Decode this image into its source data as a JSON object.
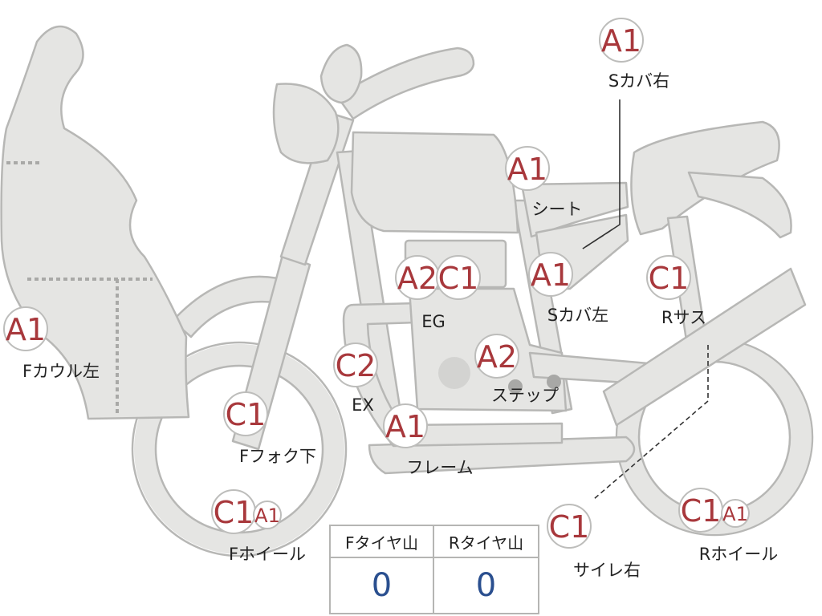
{
  "parts": {
    "s_cover_right": {
      "grade": "A1",
      "label": "Sカバ右"
    },
    "seat": {
      "grade": "A1",
      "label": "シート"
    },
    "engine": {
      "grades": [
        "A2",
        "C1"
      ],
      "label": "EG"
    },
    "s_cover_left": {
      "grade": "A1",
      "label": "Sカバ左"
    },
    "r_suspension": {
      "grade": "C1",
      "label": "Rサス"
    },
    "f_cowl_left": {
      "grade": "A1",
      "label": "Fカウル左"
    },
    "exhaust": {
      "grade": "C2",
      "label": "EX"
    },
    "step": {
      "grade": "A2",
      "label": "ステップ"
    },
    "f_fork_lower": {
      "grade": "C1",
      "label": "Fフォク下"
    },
    "frame": {
      "grade": "A1",
      "label": "フレーム"
    },
    "f_wheel": {
      "grades": [
        "C1",
        "A1"
      ],
      "label": "Fホイール"
    },
    "silencer_right": {
      "grade": "C1",
      "label": "サイレ右"
    },
    "r_wheel": {
      "grades": [
        "C1",
        "A1"
      ],
      "label": "Rホイール"
    }
  },
  "tire_tread": {
    "front_label": "Fタイヤ山",
    "rear_label": "Rタイヤ山",
    "front_value": "0",
    "rear_value": "0"
  },
  "colors": {
    "grade_text": "#a8383c",
    "part_fill": "#e5e5e3",
    "part_stroke": "#b7b7b5",
    "tire_value": "#2a4f8f"
  }
}
